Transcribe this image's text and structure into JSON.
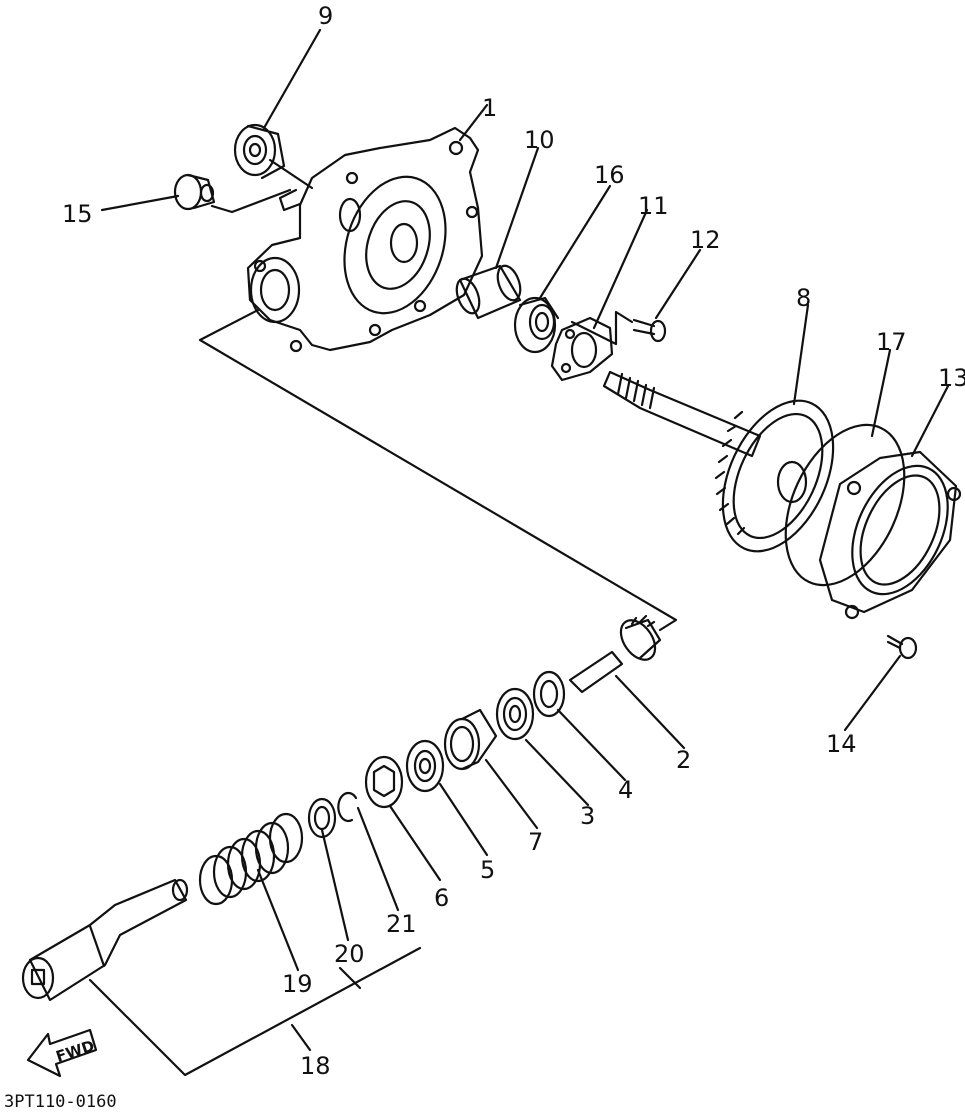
{
  "diagram": {
    "code": "3PT110-0160",
    "fwd_label": "FWD",
    "callouts": [
      "1",
      "2",
      "3",
      "4",
      "5",
      "6",
      "7",
      "8",
      "9",
      "10",
      "11",
      "12",
      "13",
      "14",
      "15",
      "16",
      "17",
      "18",
      "19",
      "20",
      "21"
    ]
  },
  "colors": {
    "ink": "#111111",
    "paper": "#ffffff"
  }
}
